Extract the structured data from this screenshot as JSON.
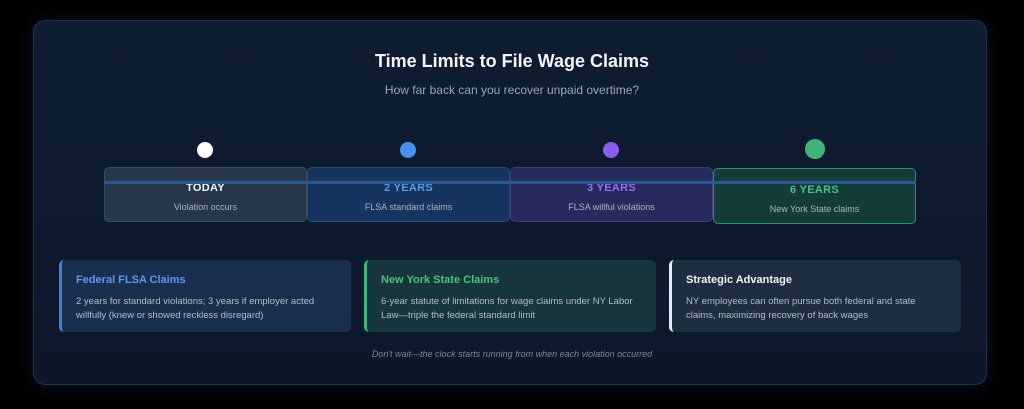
{
  "header": {
    "title": "Time Limits to File Wage Claims",
    "subtitle": "How far back can you recover unpaid overtime?"
  },
  "timeline": [
    {
      "title": "TODAY",
      "desc": "Violation occurs",
      "accent": "#ffffff",
      "title_color": "#f2f4f7"
    },
    {
      "title": "2 YEARS",
      "desc": "FLSA standard claims",
      "accent": "#4a8ef0",
      "title_color": "#5c98ee"
    },
    {
      "title": "3 YEARS",
      "desc": "FLSA willful violations",
      "accent": "#8b5cf0",
      "title_color": "#9a6cf0"
    },
    {
      "title": "6 YEARS",
      "desc": "New York State claims",
      "accent": "#3fb47a",
      "title_color": "#4cbf86"
    }
  ],
  "cards": [
    {
      "title": "Federal FLSA Claims",
      "body": "2 years for standard violations; 3 years if employer acted willfully (knew or showed reckless disregard)",
      "accent": "#3d7ee6"
    },
    {
      "title": "New York State Claims",
      "body": "6-year statute of limitations for wage claims under NY Labor Law—triple the federal standard limit",
      "accent": "#3fb47a"
    },
    {
      "title": "Strategic Advantage",
      "body": "NY employees can often pursue both federal and state claims, maximizing recovery of back wages",
      "accent": "#e8ecf2"
    }
  ],
  "footer": {
    "note": "Don't wait—the clock starts running from when each violation occurred"
  }
}
